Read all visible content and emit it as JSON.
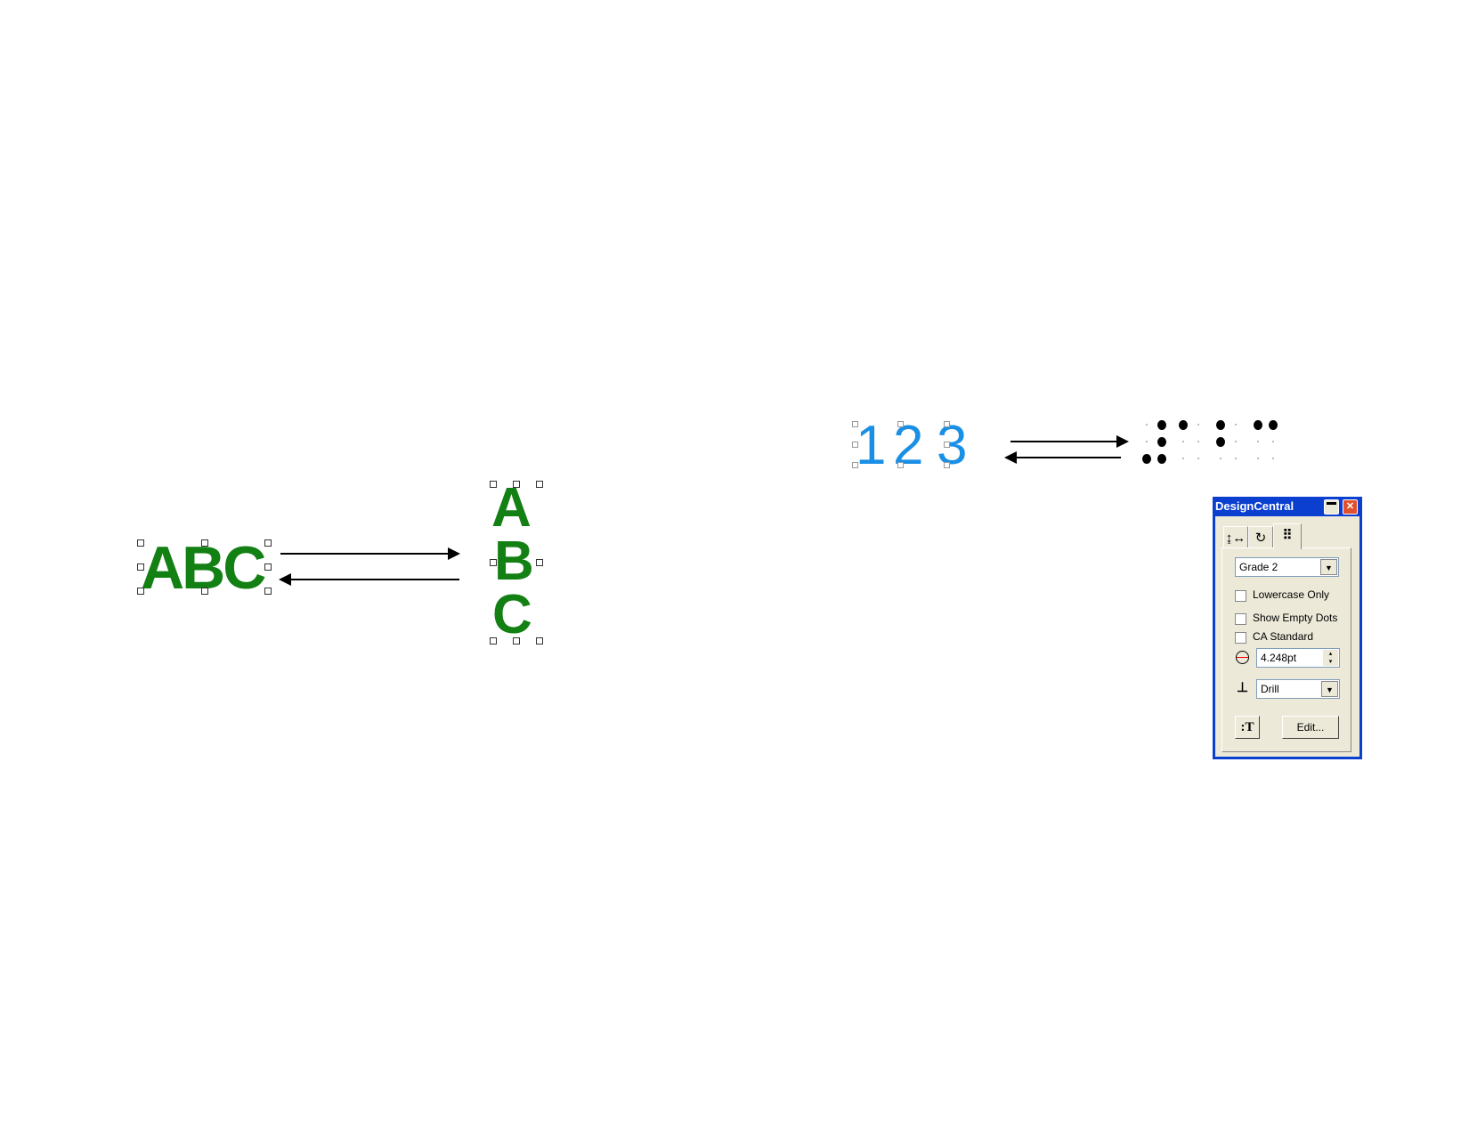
{
  "canvas": {
    "horizontal_text": "ABC",
    "vertical_letters": [
      "A",
      "B",
      "C"
    ],
    "digits": [
      "1",
      "2",
      "3"
    ],
    "braille_cells": [
      [
        0,
        0,
        1,
        1,
        1,
        1
      ],
      [
        1,
        0,
        0,
        0,
        0,
        0
      ],
      [
        1,
        1,
        0,
        0,
        0,
        0
      ],
      [
        1,
        0,
        0,
        1,
        0,
        0
      ]
    ]
  },
  "panel": {
    "title": "DesignCentral",
    "tabs": [
      "position-icon",
      "rotate-icon",
      "braille-icon"
    ],
    "grade": "Grade 2",
    "checkboxes": [
      {
        "label": "Lowercase Only",
        "checked": false
      },
      {
        "label": "Show Empty Dots",
        "checked": false
      },
      {
        "label": "CA Standard",
        "checked": false
      }
    ],
    "dot_size": "4.248pt",
    "tool": "Drill",
    "edit_label": "Edit..."
  }
}
